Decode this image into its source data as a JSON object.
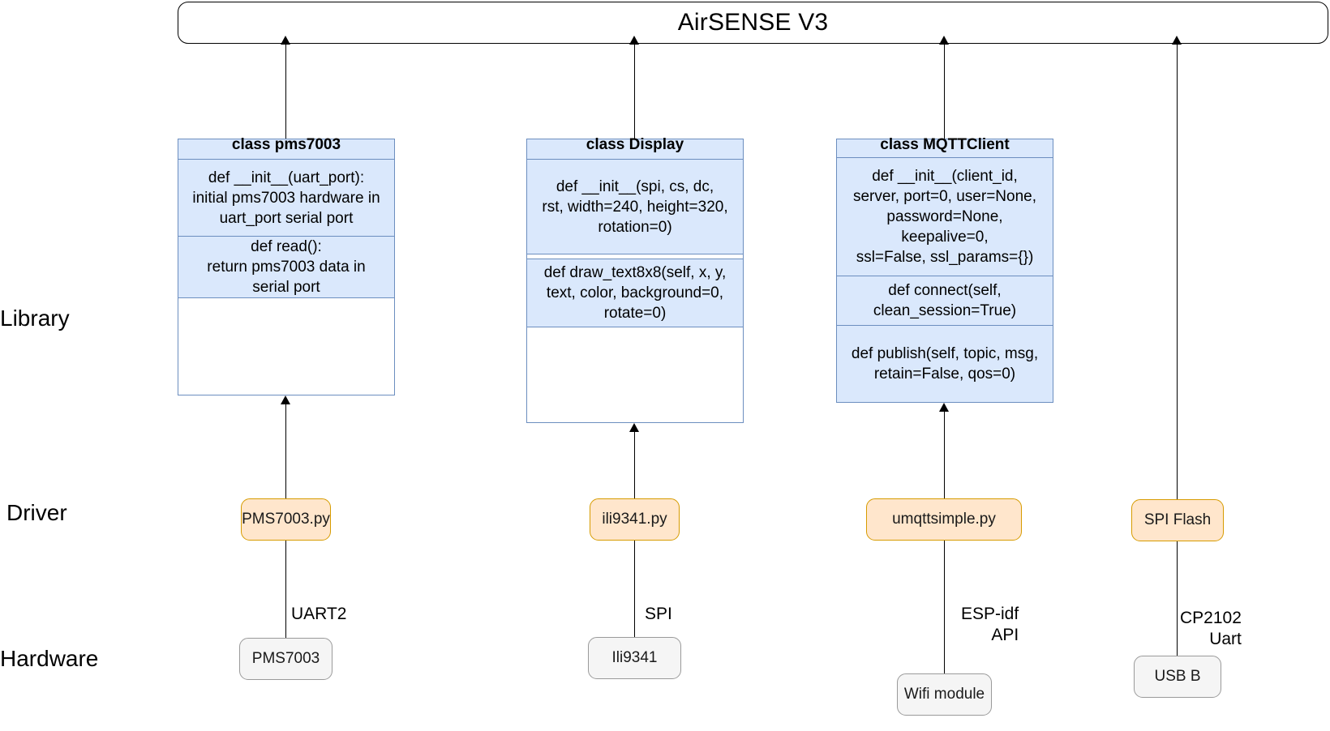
{
  "system": {
    "title": "AirSENSE V3"
  },
  "lanes": [
    {
      "label": "Library"
    },
    {
      "label": "Driver"
    },
    {
      "label": "Hardware"
    }
  ],
  "library": {
    "classes": [
      {
        "name": "class pms7003",
        "sections": [
          "def __init__(uart_port):\ninitial pms7003 hardware in\nuart_port serial port",
          "def read():\nreturn pms7003 data in\nserial port"
        ]
      },
      {
        "name": "class Display",
        "sections": [
          "def __init__(spi, cs, dc,\nrst, width=240, height=320,\nrotation=0)",
          "def draw_text8x8(self, x, y,\ntext, color,  background=0,\nrotate=0)"
        ]
      },
      {
        "name": "class MQTTClient",
        "sections": [
          "def __init__(client_id,\nserver, port=0, user=None,\npassword=None,\nkeepalive=0,\nssl=False, ssl_params={})",
          "def connect(self,\nclean_session=True)",
          "def publish(self, topic, msg,\nretain=False, qos=0)"
        ]
      }
    ]
  },
  "drivers": [
    {
      "label": "PMS7003.py"
    },
    {
      "label": "ili9341.py"
    },
    {
      "label": "umqttsimple.py"
    },
    {
      "label": "SPI Flash"
    }
  ],
  "hardware": [
    {
      "label": "PMS7003"
    },
    {
      "label": "Ili9341"
    },
    {
      "label": "Wifi module"
    },
    {
      "label": "USB B"
    }
  ],
  "edge_labels": [
    {
      "line1": "UART2",
      "line2": ""
    },
    {
      "line1": "SPI",
      "line2": ""
    },
    {
      "line1": "ESP-idf",
      "line2": "API"
    },
    {
      "line1": "CP2102",
      "line2": "Uart"
    }
  ],
  "colors": {
    "class_fill": "#dae8fc",
    "class_border": "#6c8ebf",
    "driver_fill": "#ffe6cc",
    "driver_border": "#d79b00",
    "hardware_fill": "#f5f5f5",
    "hardware_border": "#9a9a9a",
    "connector": "#000000",
    "page_background": "#ffffff"
  }
}
